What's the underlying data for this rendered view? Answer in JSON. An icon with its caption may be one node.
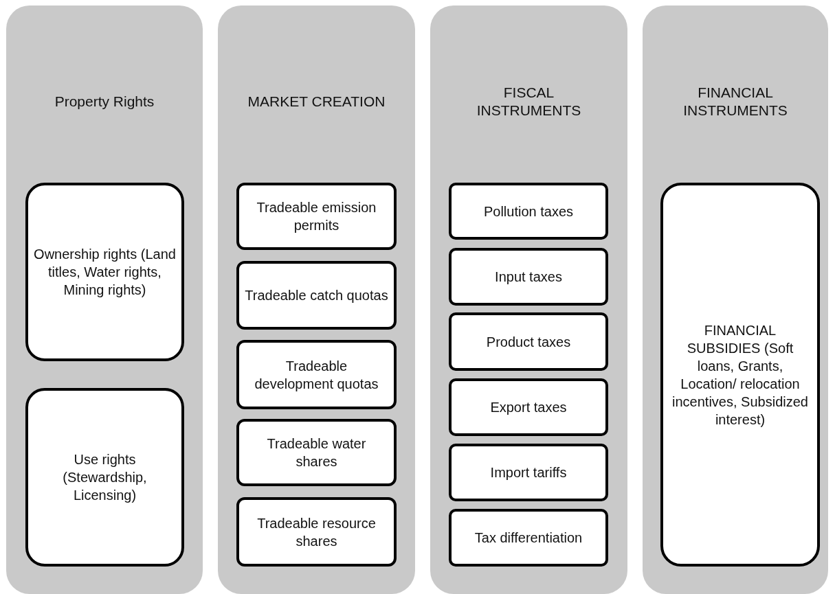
{
  "diagram": {
    "nodes": [
      {
        "text": [
          "Property Rights"
        ]
      },
      {
        "text": [
          "Ownership rights (Land titles, Water rights, Mining rights)"
        ],
        "in": 0
      },
      {
        "text": [
          "Use rights (Stewardship, Licensing)"
        ],
        "in": 0
      },
      {
        "text": [
          "MARKET CREATION"
        ]
      },
      {
        "text": [
          "Tradeable emission permits"
        ],
        "in": 3
      },
      {
        "text": [
          "Tradeable catch quotas"
        ],
        "in": 3
      },
      {
        "text": [
          "Tradeable development quotas"
        ],
        "in": 3
      },
      {
        "text": [
          "Tradeable water shares"
        ],
        "in": 3
      },
      {
        "text": [
          "Tradeable resource shares"
        ],
        "in": 3
      },
      {
        "text": [
          "FISCAL INSTRUMENTS"
        ]
      },
      {
        "text": [
          "Pollution taxes"
        ],
        "in": 9
      },
      {
        "text": [
          "Input taxes"
        ],
        "in": 9
      },
      {
        "text": [
          "Product taxes"
        ],
        "in": 9
      },
      {
        "text": [
          "Export taxes"
        ],
        "in": 9
      },
      {
        "text": [
          "Import tariffs"
        ],
        "in": 9
      },
      {
        "text": [
          "Tax differentiation"
        ],
        "in": 9
      },
      {
        "text": [
          "FINANCIAL INSTRUMENTS"
        ]
      },
      {
        "text": [
          "FINANCIAL SUBSIDIES (Soft loans, Grants, Location/ relocation incentives, Subsidized interest)"
        ],
        "in": 16
      }
    ]
  }
}
